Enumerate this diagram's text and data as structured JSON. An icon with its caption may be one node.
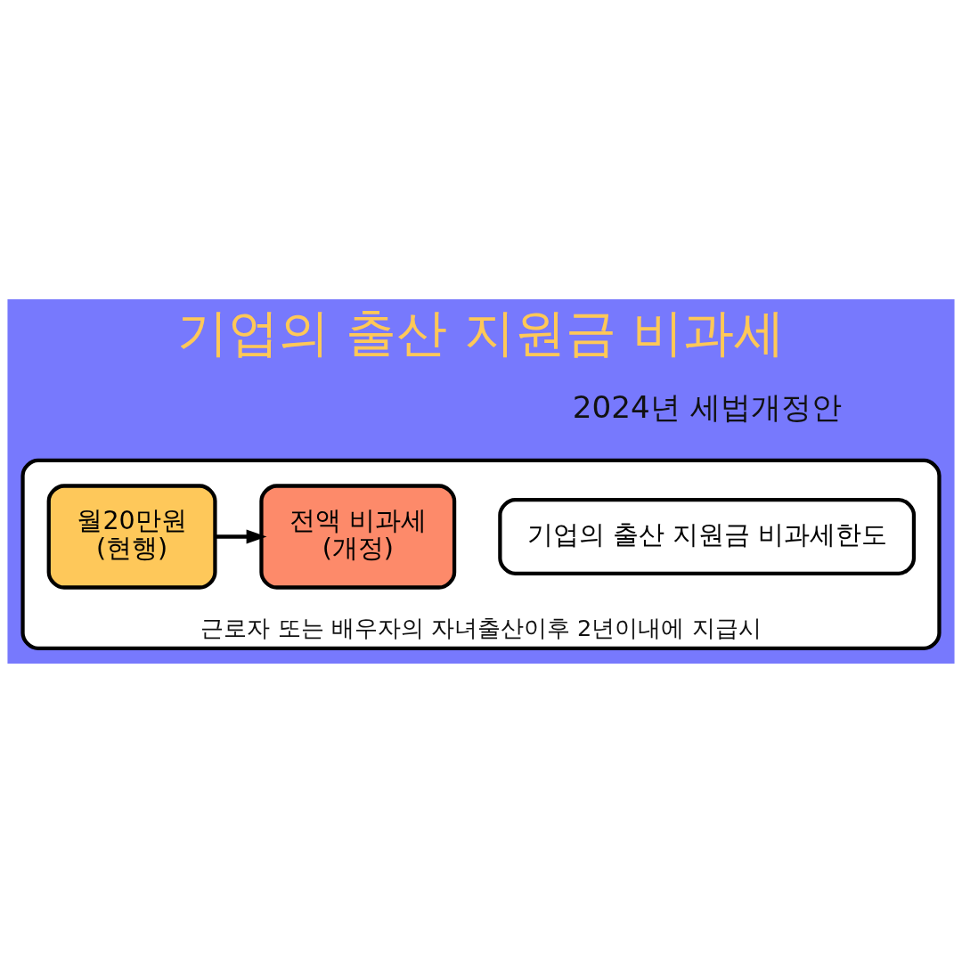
{
  "diagram": {
    "title": "기업의 출산 지원금 비과세",
    "nodes": [
      {
        "text": [
          "근로자 또는 배우자의 자녀출산이후 2년이내에 지급시"
        ]
      },
      {
        "text": [
          "기업의 출산 지원금 비과세한도"
        ],
        "in": 0
      },
      {
        "text": [
          "월20만원",
          "(현행)"
        ],
        "in": 0
      },
      {
        "text": [
          "전액 비과세",
          "(개정)"
        ],
        "in": 0
      }
    ],
    "edges": [
      {
        "from": 2,
        "to": 3,
        "arrow": "to"
      }
    ],
    "labels": [
      "2024년 세법개정안"
    ]
  }
}
